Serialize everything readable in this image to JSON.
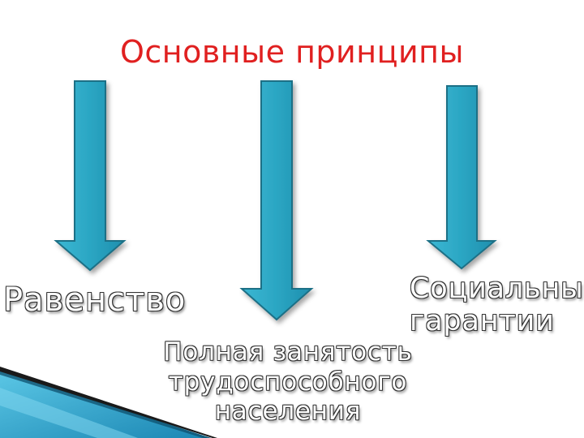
{
  "title": "Основные принципы",
  "principles": [
    {
      "lines": [
        "Равенство"
      ]
    },
    {
      "lines": [
        "Полная занятость",
        "трудоспособного",
        "населения"
      ]
    },
    {
      "lines": [
        "Социальные",
        "гарантии"
      ]
    }
  ],
  "colors": {
    "title": "#e02020",
    "arrow_fill": "#2ba6c3",
    "arrow_stroke": "#1d6f86",
    "label_outline": "#333333",
    "corner_decoration": "#2a9fc8"
  }
}
